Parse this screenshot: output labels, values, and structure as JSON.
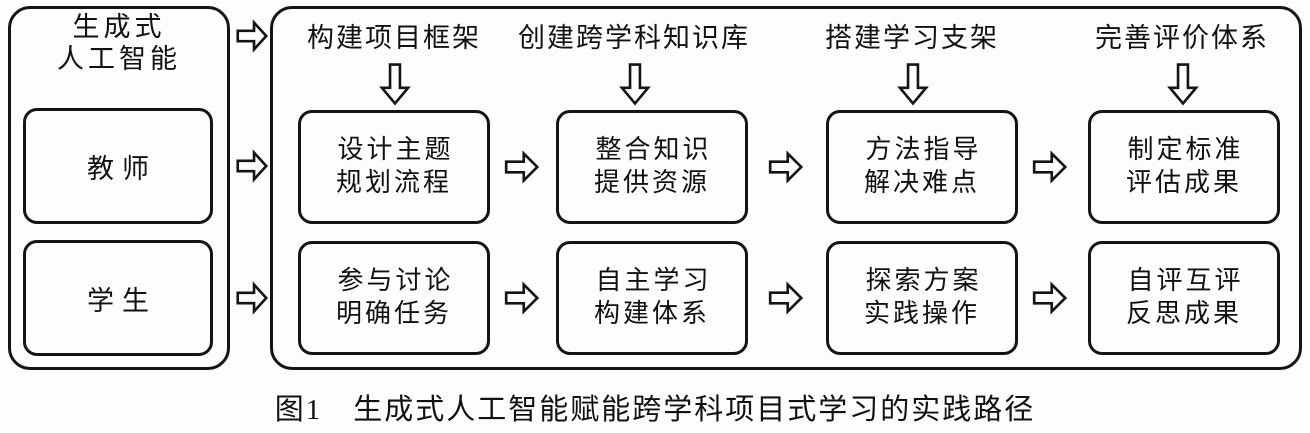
{
  "figure": {
    "caption": "图1　生成式人工智能赋能跨学科项目式学习的实践路径",
    "stroke_color": "#141414",
    "background_color": "#fdfdfd"
  },
  "left_panel": {
    "title": "生成式\n人工智能",
    "roles": [
      {
        "label": "教师"
      },
      {
        "label": "学生"
      }
    ]
  },
  "right_panel": {
    "column_headers": [
      {
        "label": "构建项目框架"
      },
      {
        "label": "创建跨学科知识库"
      },
      {
        "label": "搭建学习支架"
      },
      {
        "label": "完善评价体系"
      }
    ],
    "rows": [
      {
        "role": "教师",
        "cells": [
          {
            "label": "设计主题\n规划流程"
          },
          {
            "label": "整合知识\n提供资源"
          },
          {
            "label": "方法指导\n解决难点"
          },
          {
            "label": "制定标准\n评估成果"
          }
        ]
      },
      {
        "role": "学生",
        "cells": [
          {
            "label": "参与讨论\n明确任务"
          },
          {
            "label": "自主学习\n构建体系"
          },
          {
            "label": "探索方案\n实践操作"
          },
          {
            "label": "自评互评\n反思成果"
          }
        ]
      }
    ]
  }
}
